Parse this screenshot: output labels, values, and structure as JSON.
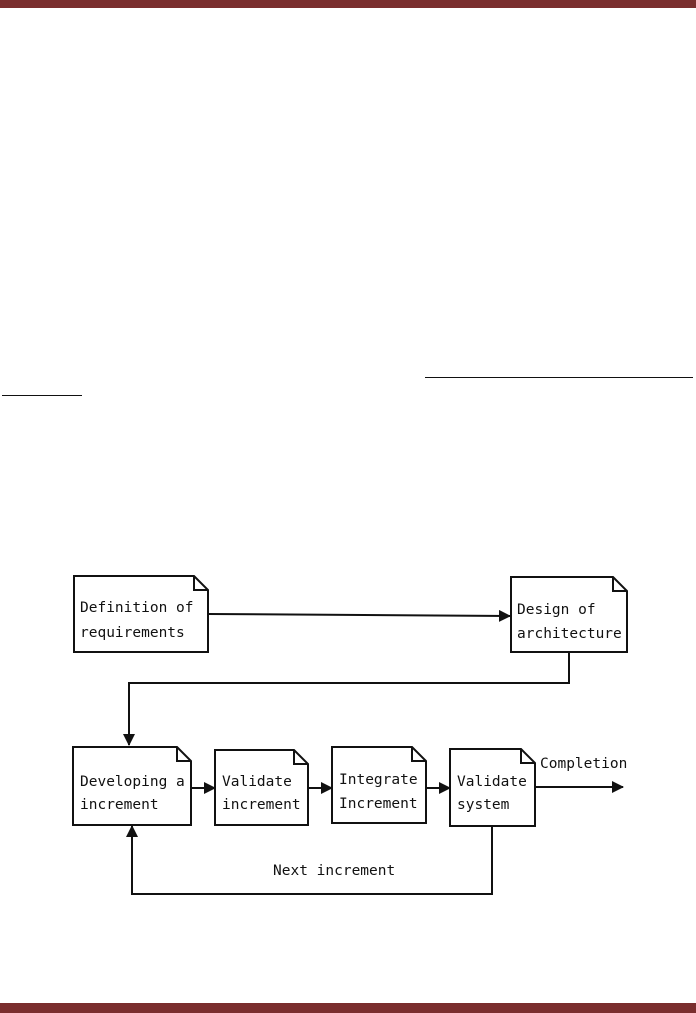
{
  "colors": {
    "accent_bar": "#7a2e2e",
    "line": "#111111",
    "box_fill": "#ffffff"
  },
  "diagram": {
    "nodes": [
      {
        "id": "definition",
        "lines": [
          "Definition of",
          "requirements"
        ]
      },
      {
        "id": "design",
        "lines": [
          "Design of",
          "architecture"
        ]
      },
      {
        "id": "developing",
        "lines": [
          "Developing a",
          "increment"
        ]
      },
      {
        "id": "validate_increment",
        "lines": [
          "Validate",
          "increment"
        ]
      },
      {
        "id": "integrate",
        "lines": [
          "Integrate",
          "Increment"
        ]
      },
      {
        "id": "validate_system",
        "lines": [
          "Validate",
          "system"
        ]
      }
    ],
    "edges": [
      {
        "from": "definition",
        "to": "design",
        "label": ""
      },
      {
        "from": "design",
        "to": "developing",
        "label": ""
      },
      {
        "from": "developing",
        "to": "validate_increment",
        "label": ""
      },
      {
        "from": "validate_increment",
        "to": "integrate",
        "label": ""
      },
      {
        "from": "integrate",
        "to": "validate_system",
        "label": ""
      },
      {
        "from": "validate_system",
        "to": "completion",
        "label": "Completion"
      },
      {
        "from": "validate_system",
        "to": "developing",
        "label": "Next increment"
      }
    ]
  }
}
